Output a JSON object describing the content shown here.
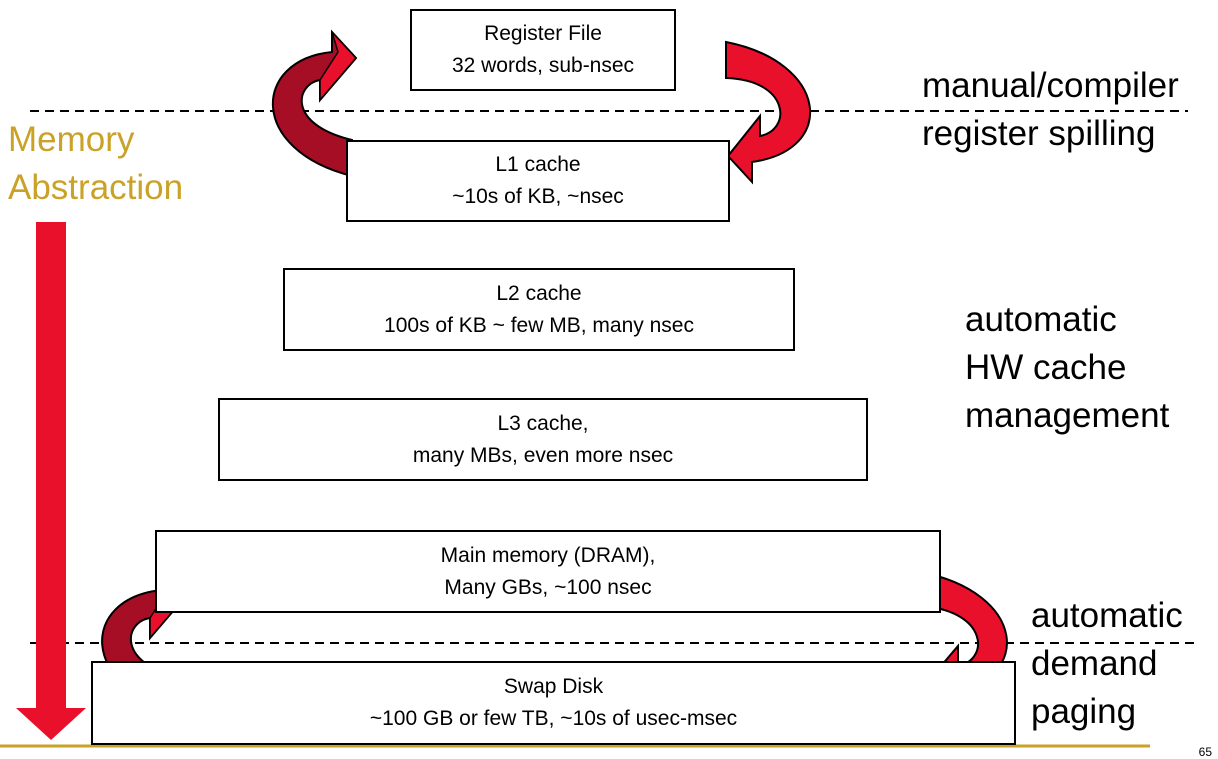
{
  "memory_abstraction": {
    "line1": "Memory",
    "line2": "Abstraction"
  },
  "levels": [
    {
      "name": "Register File",
      "detail": "32 words, sub-nsec"
    },
    {
      "name": "L1 cache",
      "detail": "~10s of KB, ~nsec"
    },
    {
      "name": "L2 cache",
      "detail": "100s of KB ~  few MB, many nsec"
    },
    {
      "name": "L3 cache,",
      "detail": "many MBs, even more nsec"
    },
    {
      "name": "Main memory (DRAM),",
      "detail": "Many GBs, ~100 nsec"
    },
    {
      "name": "Swap Disk",
      "detail": "~100 GB or few TB, ~10s of usec-msec"
    }
  ],
  "side_labels": {
    "spill": {
      "line1": "manual/compiler",
      "line2": "register spilling"
    },
    "hw": {
      "line1": "automatic",
      "line2": "HW cache",
      "line3": "management"
    },
    "paging": {
      "line1": "automatic",
      "line2": "demand",
      "line3": "paging"
    }
  },
  "page_number": "65",
  "colors": {
    "arrow": "#E8102A",
    "arrow_dark": "#A50E24",
    "gold": "#C9A227"
  }
}
